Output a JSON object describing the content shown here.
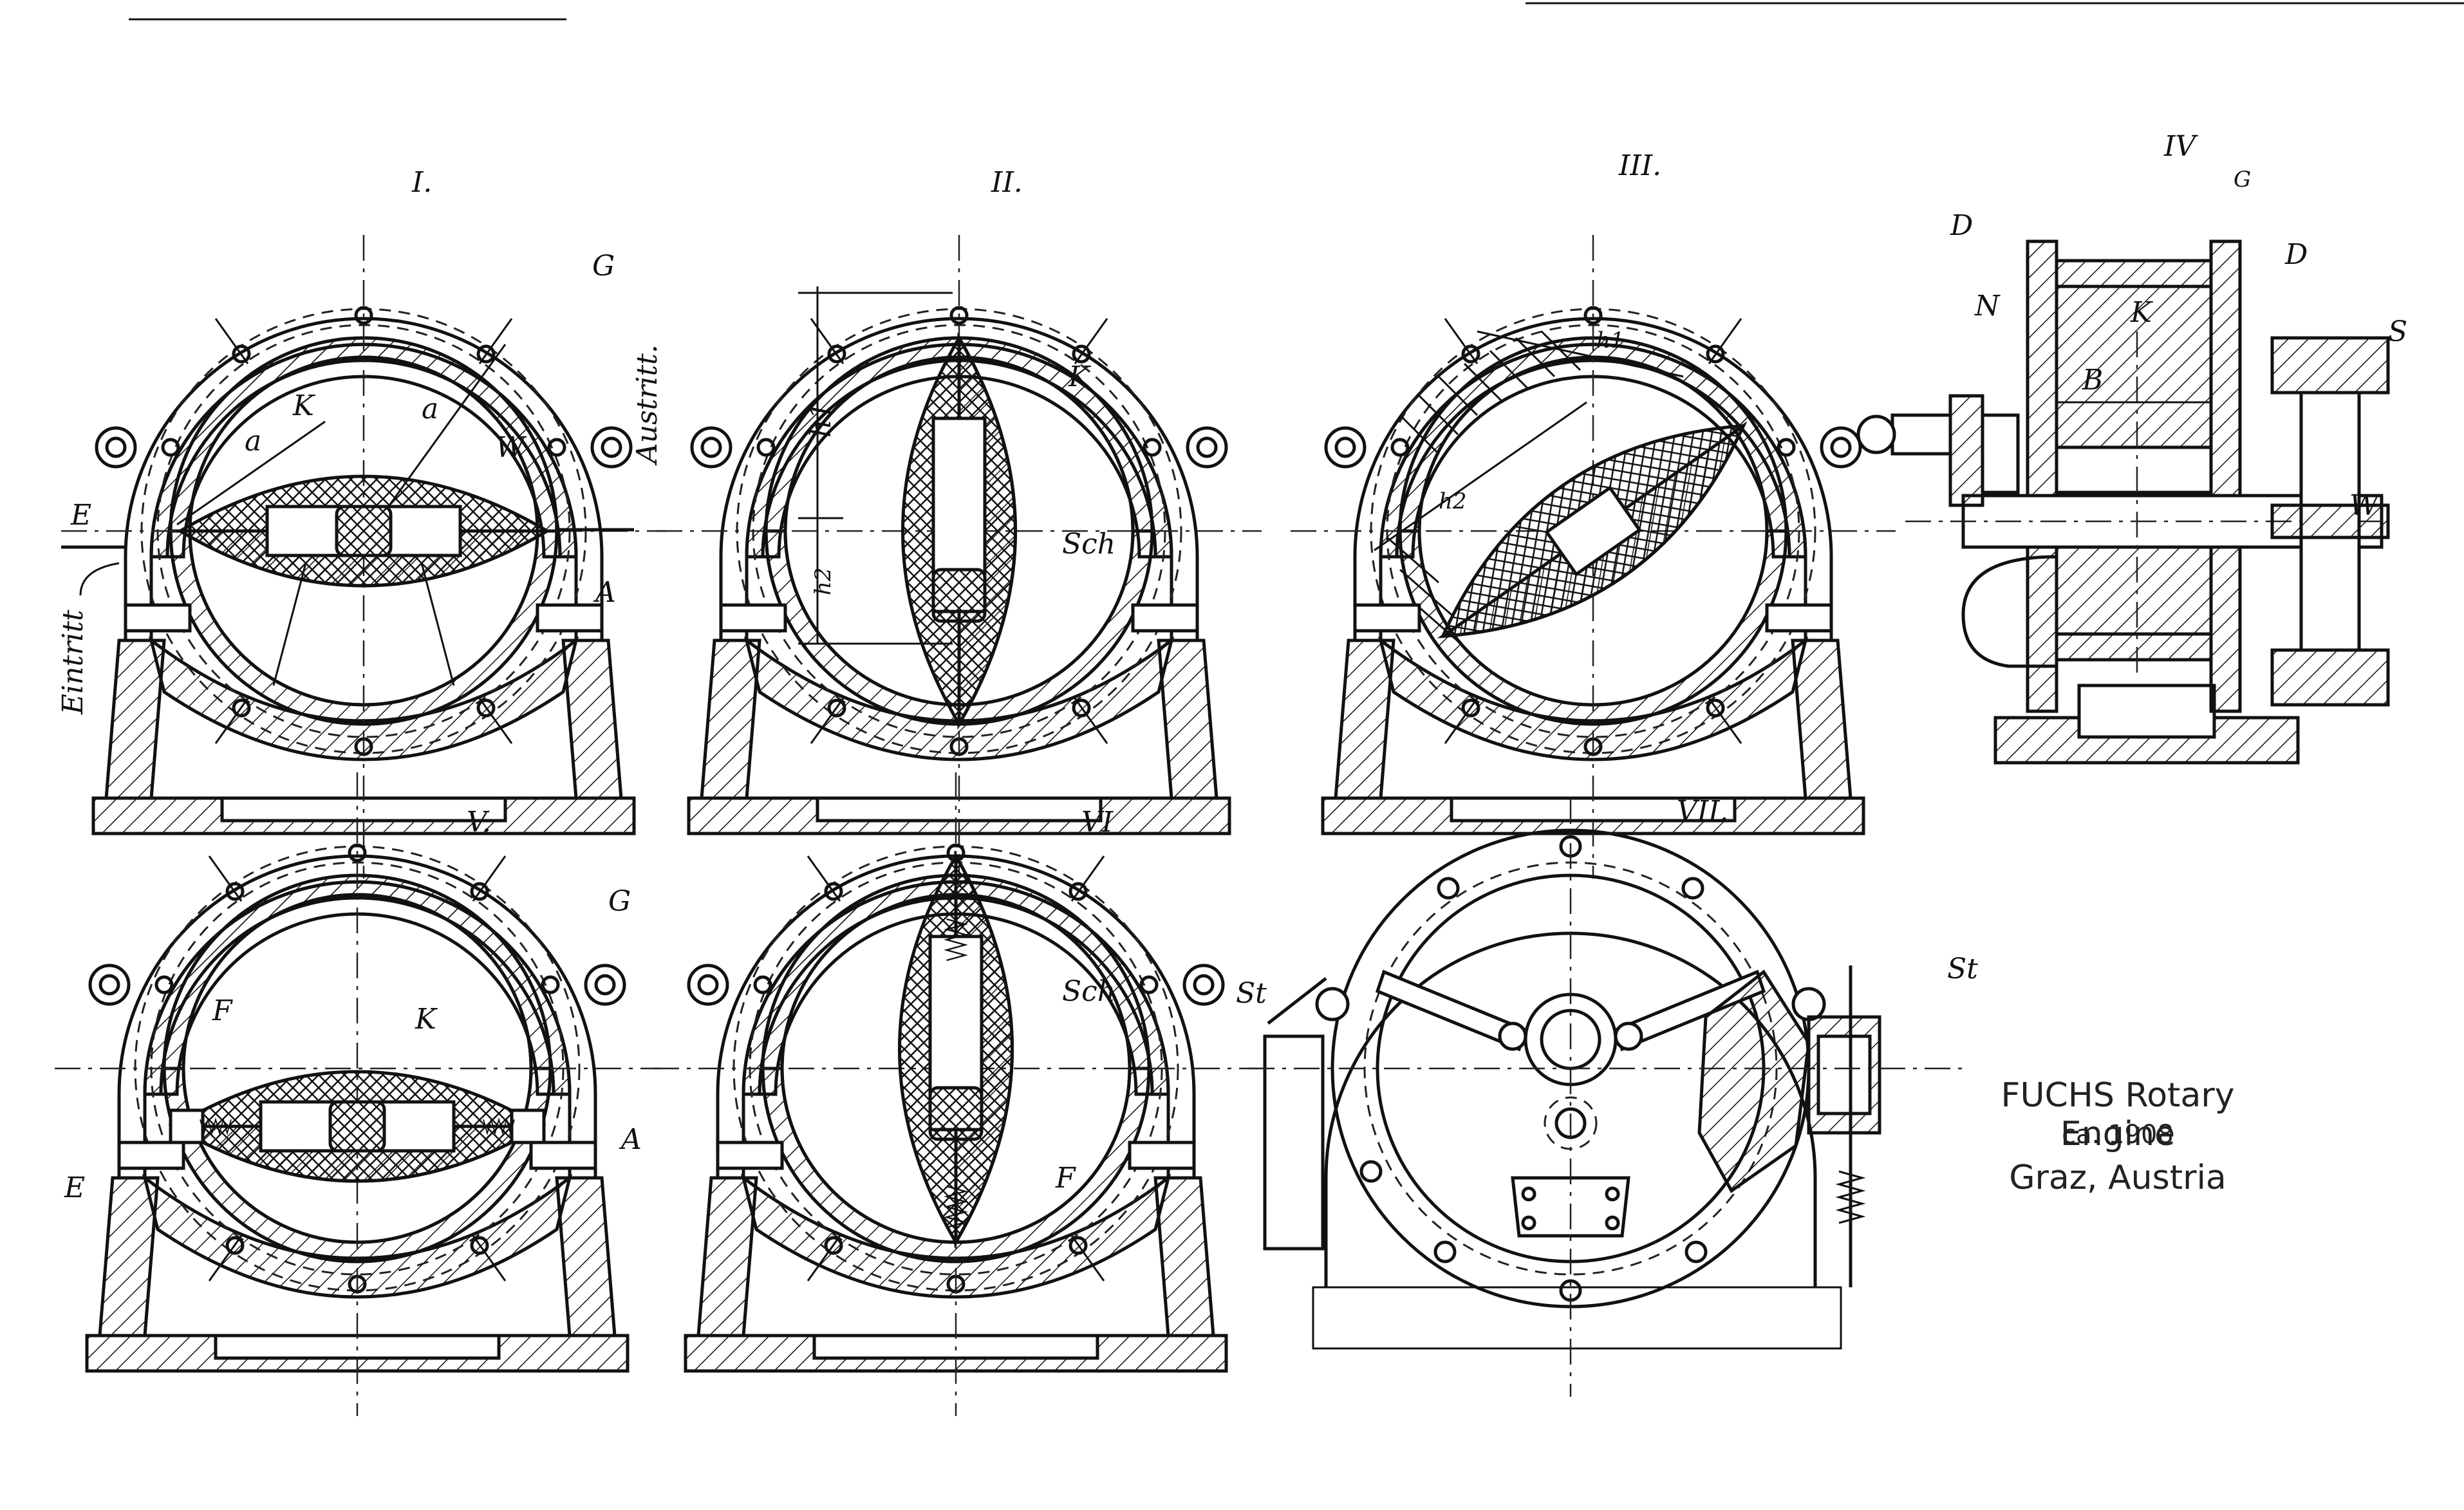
{
  "title": {
    "line1": "FUCHS Rotary Engine",
    "line2": "ca. 1908",
    "line3": "Graz, Austria"
  },
  "figures": {
    "I": "I.",
    "II": "II.",
    "III": "III.",
    "IV": "IV",
    "V": "V.",
    "VI": "VI",
    "VII": "VII."
  },
  "labels": {
    "G": "G",
    "K": "K",
    "W": "W",
    "A": "A",
    "E": "E",
    "a": "a",
    "eintritt": "Eintritt",
    "austritt": "Austritt.",
    "h1": "h1",
    "h2": "h2",
    "sch": "Sch",
    "D": "D",
    "N": "N",
    "B": "B",
    "S": "S",
    "F": "F",
    "St": "St"
  }
}
